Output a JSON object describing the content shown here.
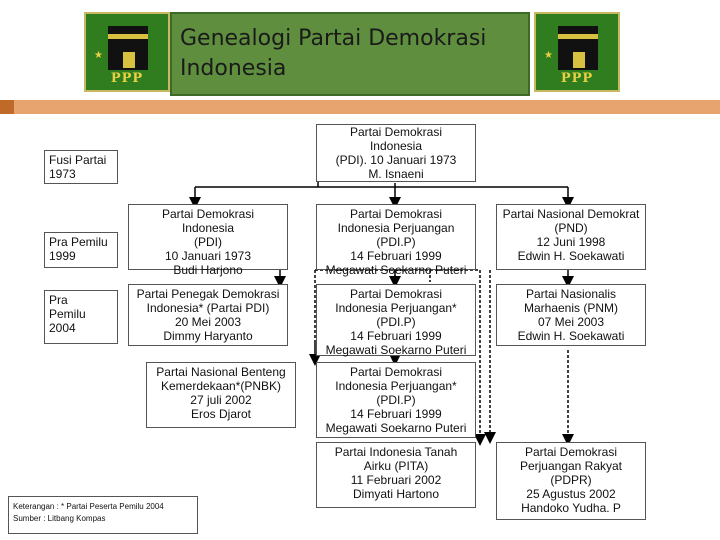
{
  "title": "Genealogi Partai Demokrasi\nIndonesia",
  "logo_label": "PPP",
  "rows": {
    "fusi": "Fusi Partai\n1973",
    "pemilu1999": "Pra Pemilu\n1999",
    "pemilu2004": "Pra\nPemilu\n2004"
  },
  "nodes": {
    "pdi_root": "Partai Demokrasi\nIndonesia\n(PDI). 10 Januari 1973\nM. Isnaeni",
    "pdi_1999": "Partai Demokrasi\nIndonesia\n(PDI)\n10 Januari 1973\nBudi Harjono",
    "pdip_1999": "Partai Demokrasi\nIndonesia Perjuangan\n(PDI.P)\n14 Februari 1999\nMegawati Soekarno Puteri",
    "pnd_1999": "Partai Nasional Demokrat\n(PND)\n12 Juni 1998\nEdwin H. Soekawati",
    "ppdi_2004": "Partai Penegak Demokrasi\nIndonesia* (Partai PDI)\n20 Mei 2003\nDimmy Haryanto",
    "pdip_2004a": "Partai Demokrasi\nIndonesia Perjuangan*\n(PDI.P)\n14 Februari 1999\nMegawati Soekarno Puteri",
    "pnm_2004": "Partai Nasionalis\nMarhaenis (PNM)\n07 Mei 2003\nEdwin H. Soekawati",
    "pnbk_2004": "Partai Nasional Benteng\nKemerdekaan*(PNBK)\n27 juli 2002\nEros Djarot",
    "pdip_2004b": "Partai Demokrasi\nIndonesia Perjuangan*\n(PDI.P)\n14 Februari 1999\nMegawati Soekarno Puteri",
    "pita_2004": "Partai Indonesia Tanah\nAirku (PITA)\n11 Februari 2002\nDimyati Hartono",
    "pdpr_2004": "Partai Demokrasi\nPerjuangan Rakyat\n(PDPR)\n25 Agustus 2002\nHandoko Yudha. P"
  },
  "note": {
    "line1": "Keterangan : * Partai Peserta Pemilu 2004",
    "line2": "Sumber : Litbang Kompas"
  }
}
